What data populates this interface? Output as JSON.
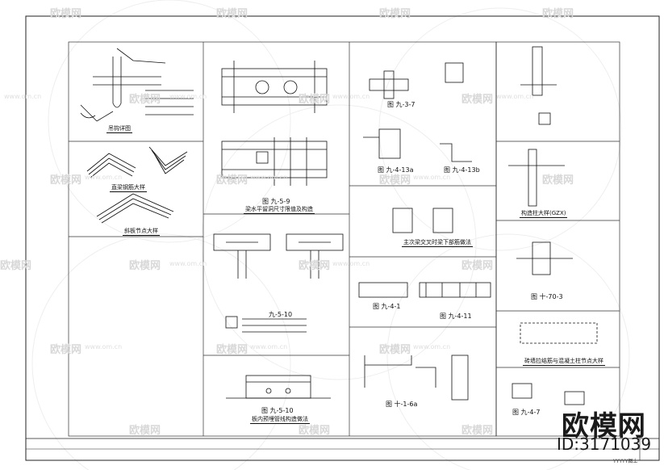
{
  "watermark": {
    "site_cn": "欧模网",
    "url": "www.om.cn",
    "logo": "欧模网",
    "id": "ID:3171039"
  },
  "captions": {
    "c1": "吊钩详图",
    "c2": "直梁钢筋大样",
    "c3": "斜板节点大样",
    "c4": "图 九-5-9",
    "c5": "梁水平留洞尺寸限值及构造",
    "c6": "九-5-10",
    "c7": "图 九-5-10",
    "c8": "板内预埋管线构造做法",
    "c9": "图 九-3-7",
    "c10": "图 九-4-13a",
    "c11": "图 九-4-13b",
    "c12": "主次梁交叉时梁下部筋做法",
    "c13": "图 九-4-1",
    "c14": "图 九-4-11",
    "c15": "图 十-1-6a",
    "c16": "构造柱大样(GZX)",
    "c17": "图 十-70-3",
    "c18": "砖墙拉结筋与混凝土柱节点大样",
    "c19": "图 九-4-7"
  },
  "title_block": {
    "text": "YYYYY图上"
  }
}
